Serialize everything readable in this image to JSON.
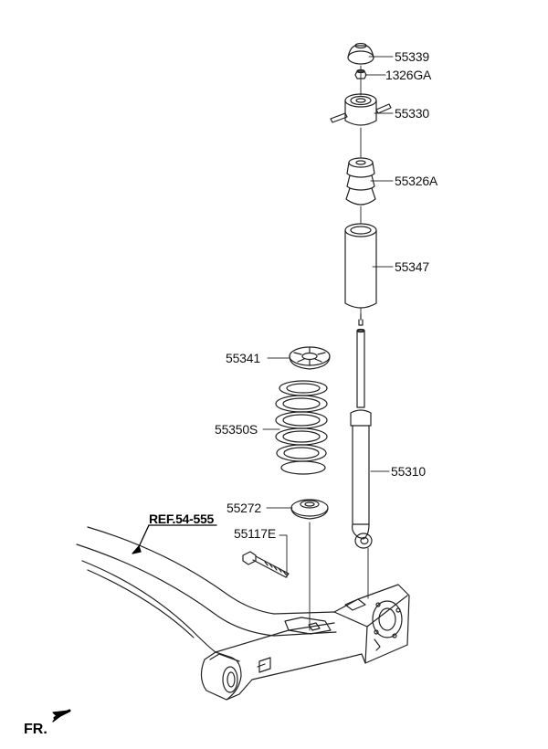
{
  "labels": {
    "p55339": "55339",
    "p1326ga": "1326GA",
    "p55330": "55330",
    "p55326a": "55326A",
    "p55347": "55347",
    "p55341": "55341",
    "p55350s": "55350S",
    "p55310": "55310",
    "p55272": "55272",
    "p55117e": "55117E"
  },
  "reference": "REF.54-555",
  "direction": "FR."
}
